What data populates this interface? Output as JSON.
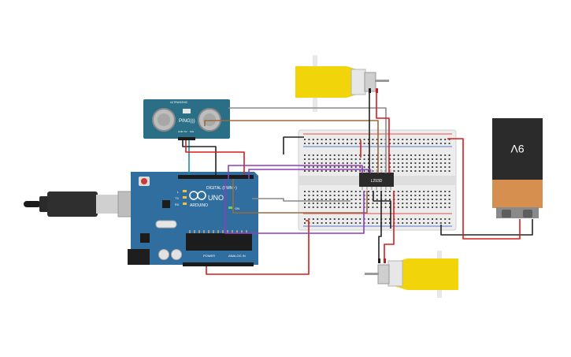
{
  "arduino": {
    "brand": "ARDUINO",
    "model": "UNO",
    "digital_label": "DIGITAL (PWM~)",
    "power_label": "POWER",
    "analog_label": "ANALOG IN",
    "tx_label": "TX",
    "rx_label": "RX",
    "l_label": "L",
    "on_label": "ON"
  },
  "sensor": {
    "name": "PING)))",
    "subtitle": "ULTRASONIC",
    "pins": [
      "GND",
      "5V",
      "SIG"
    ]
  },
  "driver_chip": {
    "label": "L293D"
  },
  "battery": {
    "label": "9V"
  },
  "colors": {
    "board": "#2f6e9e",
    "board_dark": "#1f4f75",
    "sensor_board": "#2a6f86",
    "motor": "#f2d40b",
    "battery_top": "#2b2b2b",
    "battery_bottom": "#d68f4f",
    "wire_red": "#d91c1c",
    "wire_black": "#222222",
    "wire_brown": "#9a6a3c",
    "wire_purple": "#8e3fb5",
    "wire_gray": "#8a8a8a",
    "wire_teal": "#1b8ca3",
    "breadboard": "#ececec"
  }
}
